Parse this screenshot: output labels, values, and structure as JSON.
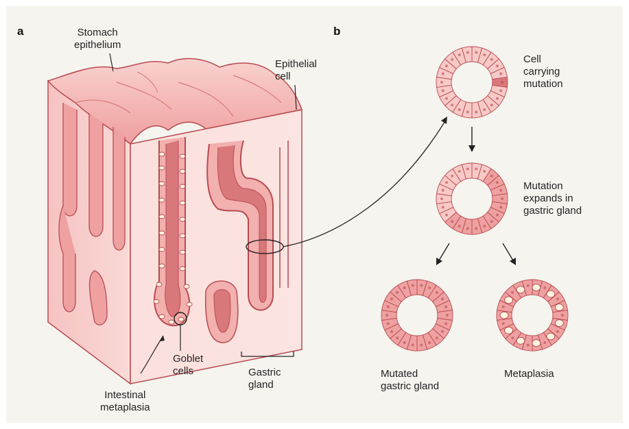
{
  "panels": {
    "a": {
      "letter": "a",
      "labels": {
        "stomach_epithelium": "Stomach\nepithelium",
        "epithelial_cell": "Epithelial\ncell",
        "goblet_cells": "Goblet\ncells",
        "gastric_gland": "Gastric\ngland",
        "intestinal_metaplasia": "Intestinal\nmetaplasia"
      }
    },
    "b": {
      "letter": "b",
      "labels": {
        "cell_carrying_mutation": "Cell\ncarrying\nmutation",
        "mutation_expands": "Mutation\nexpands in\ngastric gland",
        "mutated_gastric_gland": "Mutated\ngastric gland",
        "metaplasia": "Metaplasia"
      }
    }
  },
  "colors": {
    "background": "#f5f4ef",
    "tissue_light": "#f7c9c7",
    "tissue_mid": "#eea1a0",
    "tissue_dark": "#d9787a",
    "outline": "#b84a50",
    "goblet": "#fbf3df",
    "arrow": "#222222"
  }
}
